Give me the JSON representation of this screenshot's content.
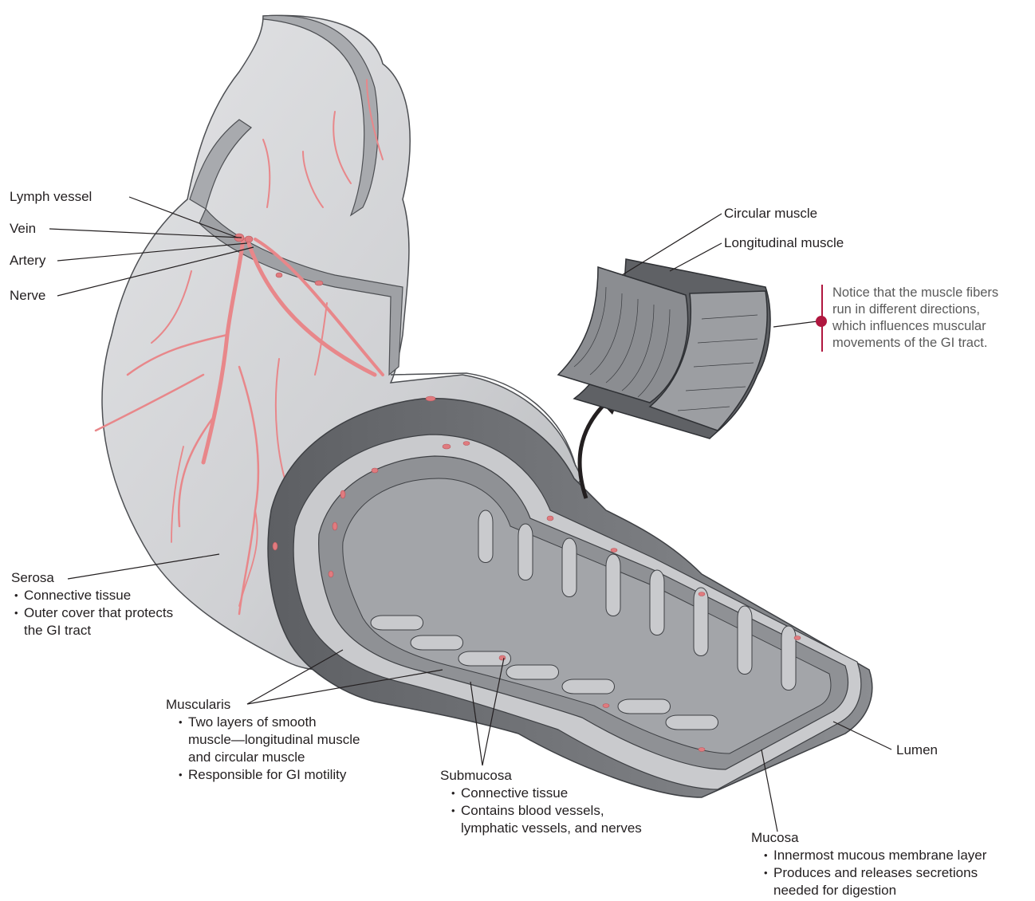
{
  "labels": {
    "lymph_vessel": "Lymph vessel",
    "vein": "Vein",
    "artery": "Artery",
    "nerve": "Nerve",
    "circular_muscle": "Circular muscle",
    "longitudinal_muscle": "Longitudinal muscle",
    "serosa": {
      "title": "Serosa",
      "bullets": [
        "Connective tissue",
        "Outer cover that protects",
        "the GI tract"
      ]
    },
    "muscularis": {
      "title": "Muscularis",
      "bullets": [
        "Two layers of smooth",
        "muscle—longitudinal muscle",
        "and circular muscle",
        "Responsible for GI motility"
      ]
    },
    "submucosa": {
      "title": "Submucosa",
      "bullets": [
        "Connective tissue",
        "Contains blood vessels,",
        "lymphatic vessels, and nerves"
      ]
    },
    "mucosa": {
      "title": "Mucosa",
      "bullets": [
        "Innermost mucous membrane layer",
        "Produces and releases secretions",
        "needed for digestion"
      ]
    },
    "lumen": "Lumen"
  },
  "note": {
    "lines": [
      "Notice that the muscle fibers",
      "run in different directions,",
      "which influences muscular",
      "movements of the GI tract."
    ]
  },
  "colors": {
    "tract_light": "#d4d5d8",
    "tract_mid": "#a9abaf",
    "tract_dark": "#6f7175",
    "vessel": "#e8878a",
    "note_accent": "#b0173f"
  }
}
